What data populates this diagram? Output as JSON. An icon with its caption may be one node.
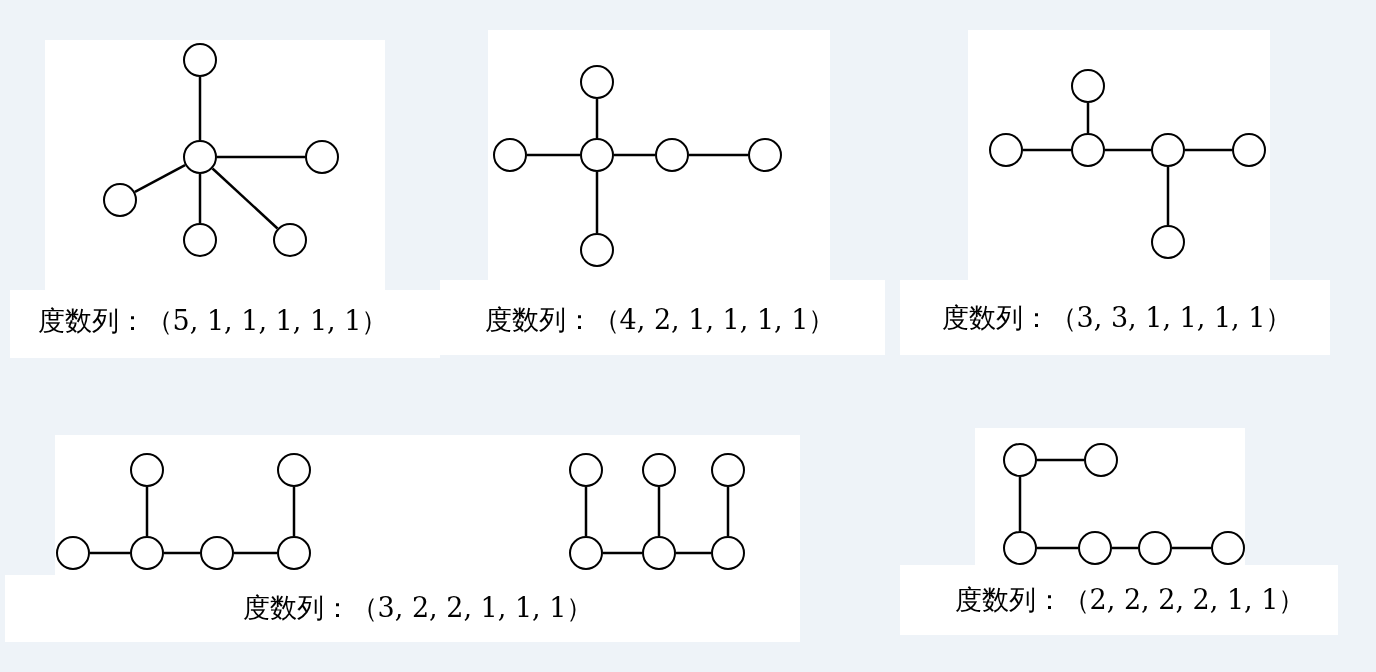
{
  "diagram": {
    "nodes": [
      {
        "text": [],
        "shape": "circle"
      },
      {
        "text": [],
        "shape": "circle"
      },
      {
        "text": [],
        "shape": "circle"
      },
      {
        "text": [],
        "shape": "circle"
      },
      {
        "text": [],
        "shape": "circle"
      },
      {
        "text": [],
        "shape": "circle"
      },
      {
        "text": [],
        "shape": "circle"
      },
      {
        "text": [],
        "shape": "circle"
      },
      {
        "text": [],
        "shape": "circle"
      },
      {
        "text": [],
        "shape": "circle"
      },
      {
        "text": [],
        "shape": "circle"
      },
      {
        "text": [],
        "shape": "circle"
      },
      {
        "text": [],
        "shape": "circle"
      },
      {
        "text": [],
        "shape": "circle"
      },
      {
        "text": [],
        "shape": "circle"
      },
      {
        "text": [],
        "shape": "circle"
      },
      {
        "text": [],
        "shape": "circle"
      },
      {
        "text": [],
        "shape": "circle"
      },
      {
        "text": [],
        "shape": "circle"
      },
      {
        "text": [],
        "shape": "circle"
      },
      {
        "text": [],
        "shape": "circle"
      },
      {
        "text": [],
        "shape": "circle"
      },
      {
        "text": [],
        "shape": "circle"
      },
      {
        "text": [],
        "shape": "circle"
      },
      {
        "text": [],
        "shape": "circle"
      },
      {
        "text": [],
        "shape": "circle"
      },
      {
        "text": [],
        "shape": "circle"
      },
      {
        "text": [],
        "shape": "circle"
      },
      {
        "text": [],
        "shape": "circle"
      },
      {
        "text": [],
        "shape": "circle"
      },
      {
        "text": [],
        "shape": "circle"
      },
      {
        "text": [],
        "shape": "circle"
      },
      {
        "text": [],
        "shape": "circle"
      },
      {
        "text": [],
        "shape": "circle"
      },
      {
        "text": [],
        "shape": "circle"
      },
      {
        "text": [],
        "shape": "circle"
      }
    ],
    "edges": [
      {
        "from": 1,
        "to": 0,
        "arrow": "none"
      },
      {
        "from": 1,
        "to": 2,
        "arrow": "none"
      },
      {
        "from": 1,
        "to": 3,
        "arrow": "none"
      },
      {
        "from": 1,
        "to": 4,
        "arrow": "none"
      },
      {
        "from": 1,
        "to": 5,
        "arrow": "none"
      },
      {
        "from": 8,
        "to": 6,
        "arrow": "none"
      },
      {
        "from": 7,
        "to": 8,
        "arrow": "none"
      },
      {
        "from": 8,
        "to": 9,
        "arrow": "none"
      },
      {
        "from": 9,
        "to": 10,
        "arrow": "none"
      },
      {
        "from": 8,
        "to": 11,
        "arrow": "none"
      },
      {
        "from": 14,
        "to": 12,
        "arrow": "none"
      },
      {
        "from": 13,
        "to": 14,
        "arrow": "none"
      },
      {
        "from": 14,
        "to": 15,
        "arrow": "none"
      },
      {
        "from": 15,
        "to": 16,
        "arrow": "none"
      },
      {
        "from": 15,
        "to": 17,
        "arrow": "none"
      },
      {
        "from": 21,
        "to": 18,
        "arrow": "none"
      },
      {
        "from": 23,
        "to": 19,
        "arrow": "none"
      },
      {
        "from": 20,
        "to": 21,
        "arrow": "none"
      },
      {
        "from": 21,
        "to": 22,
        "arrow": "none"
      },
      {
        "from": 22,
        "to": 23,
        "arrow": "none"
      },
      {
        "from": 27,
        "to": 24,
        "arrow": "none"
      },
      {
        "from": 28,
        "to": 25,
        "arrow": "none"
      },
      {
        "from": 29,
        "to": 26,
        "arrow": "none"
      },
      {
        "from": 27,
        "to": 28,
        "arrow": "none"
      },
      {
        "from": 28,
        "to": 29,
        "arrow": "none"
      },
      {
        "from": 30,
        "to": 31,
        "arrow": "none"
      },
      {
        "from": 30,
        "to": 32,
        "arrow": "none"
      },
      {
        "from": 32,
        "to": 33,
        "arrow": "none"
      },
      {
        "from": 33,
        "to": 34,
        "arrow": "none"
      },
      {
        "from": 34,
        "to": 35,
        "arrow": "none"
      }
    ],
    "labels": [
      "度数列：（5, 1, 1, 1, 1, 1）",
      "度数列：（4, 2, 1, 1, 1, 1）",
      "度数列：（3, 3, 1, 1, 1, 1）",
      "度数列：（3, 2, 2, 1, 1, 1）",
      "度数列：（2, 2, 2, 2, 1, 1）"
    ]
  }
}
